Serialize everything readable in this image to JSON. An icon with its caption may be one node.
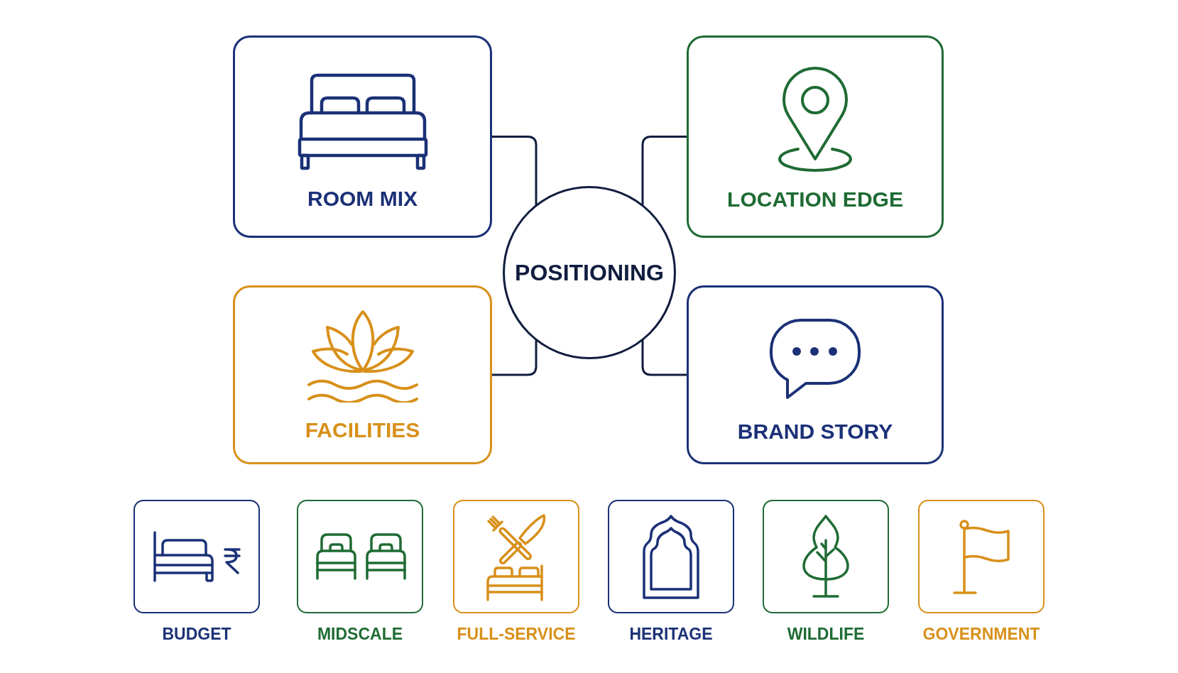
{
  "diagram": {
    "nodes": [
      {
        "text": [
          "ROOM MIX"
        ]
      },
      {
        "text": [
          "LOCATION EDGE"
        ]
      },
      {
        "text": [
          "POSITIONING"
        ]
      },
      {
        "text": [
          "FACILITIES"
        ]
      },
      {
        "text": [
          "BRAND STORY"
        ]
      },
      {
        "text": [
          "BUDGET"
        ]
      },
      {
        "text": [
          "MIDSCALE"
        ]
      },
      {
        "text": [
          "FULL-SERVICE"
        ]
      },
      {
        "text": [
          "HERITAGE"
        ]
      },
      {
        "text": [
          "WILDLIFE"
        ]
      },
      {
        "text": [
          "GOVERNMENT"
        ]
      }
    ],
    "edges": [
      {
        "from": 2,
        "to": 0,
        "arrow": "none"
      },
      {
        "from": 2,
        "to": 1,
        "arrow": "none"
      },
      {
        "from": 2,
        "to": 3,
        "arrow": "none"
      },
      {
        "from": 2,
        "to": 4,
        "arrow": "none"
      }
    ]
  }
}
